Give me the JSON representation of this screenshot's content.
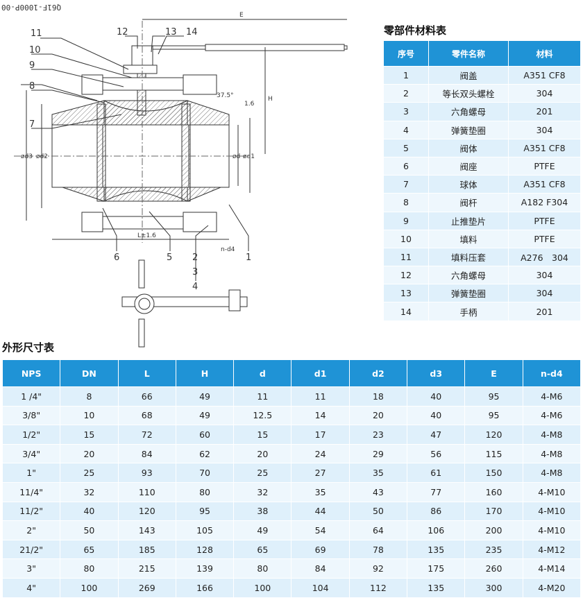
{
  "drawing": {
    "model_code": "Q61F-1000P-00",
    "callouts": [
      "1",
      "2",
      "3",
      "4",
      "5",
      "6",
      "7",
      "8",
      "9",
      "10",
      "11",
      "12",
      "13",
      "14"
    ],
    "dimension_labels": {
      "E": "E",
      "H": "H",
      "angle": "37.5°",
      "gap": "1.6",
      "L": "L±1.6",
      "nd4": "n-d4",
      "d": "ød",
      "d1": "ød1",
      "d2": "ød2",
      "d3": "ød3"
    }
  },
  "parts": {
    "title": "零部件材料表",
    "headers": [
      "序号",
      "零件名称",
      "材料"
    ],
    "rows": [
      [
        "1",
        "阀盖",
        "A351 CF8"
      ],
      [
        "2",
        "等长双头螺栓",
        "304"
      ],
      [
        "3",
        "六角螺母",
        "201"
      ],
      [
        "4",
        "弹簧垫圈",
        "304"
      ],
      [
        "5",
        "阀体",
        "A351 CF8"
      ],
      [
        "6",
        "阀座",
        "PTFE"
      ],
      [
        "7",
        "球体",
        "A351 CF8"
      ],
      [
        "8",
        "阀杆",
        "A182 F304"
      ],
      [
        "9",
        "止推垫片",
        "PTFE"
      ],
      [
        "10",
        "填料",
        "PTFE"
      ],
      [
        "11",
        "填料压套",
        "A276　304"
      ],
      [
        "12",
        "六角螺母",
        "304"
      ],
      [
        "13",
        "弹簧垫圈",
        "304"
      ],
      [
        "14",
        "手柄",
        "201"
      ]
    ]
  },
  "dimensions": {
    "title": "外形尺寸表",
    "headers": [
      "NPS",
      "DN",
      "L",
      "H",
      "d",
      "d1",
      "d2",
      "d3",
      "E",
      "n-d4"
    ],
    "rows": [
      [
        "1 /4\"",
        "8",
        "66",
        "49",
        "11",
        "11",
        "18",
        "40",
        "95",
        "4-M6"
      ],
      [
        "3/8\"",
        "10",
        "68",
        "49",
        "12.5",
        "14",
        "20",
        "40",
        "95",
        "4-M6"
      ],
      [
        "1/2\"",
        "15",
        "72",
        "60",
        "15",
        "17",
        "23",
        "47",
        "120",
        "4-M8"
      ],
      [
        "3/4\"",
        "20",
        "84",
        "62",
        "20",
        "24",
        "29",
        "56",
        "115",
        "4-M8"
      ],
      [
        "1\"",
        "25",
        "93",
        "70",
        "25",
        "27",
        "35",
        "61",
        "150",
        "4-M8"
      ],
      [
        "11/4\"",
        "32",
        "110",
        "80",
        "32",
        "35",
        "43",
        "77",
        "160",
        "4-M10"
      ],
      [
        "11/2\"",
        "40",
        "120",
        "95",
        "38",
        "44",
        "50",
        "86",
        "170",
        "4-M10"
      ],
      [
        "2\"",
        "50",
        "143",
        "105",
        "49",
        "54",
        "64",
        "106",
        "200",
        "4-M10"
      ],
      [
        "21/2\"",
        "65",
        "185",
        "128",
        "65",
        "69",
        "78",
        "135",
        "235",
        "4-M12"
      ],
      [
        "3\"",
        "80",
        "215",
        "139",
        "80",
        "84",
        "92",
        "175",
        "260",
        "4-M14"
      ],
      [
        "4\"",
        "100",
        "269",
        "166",
        "100",
        "104",
        "112",
        "135",
        "300",
        "4-M20"
      ]
    ]
  }
}
